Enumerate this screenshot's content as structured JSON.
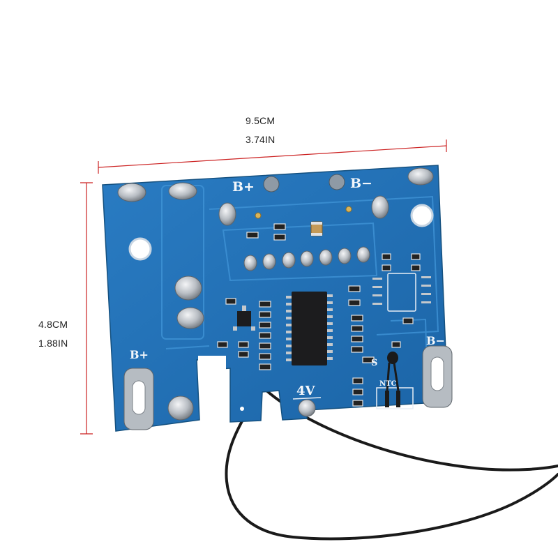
{
  "dimensions": {
    "width_cm": "9.5CM",
    "width_in": "3.74IN",
    "height_cm": "4.8CM",
    "height_in": "1.88IN"
  },
  "board": {
    "labels": {
      "b_plus_top": "B+",
      "b_minus_top": "B−",
      "b_plus_side": "B+",
      "b_minus_side": "B−",
      "four_v": "4V",
      "s": "S",
      "ntc": "NTC"
    }
  },
  "colors": {
    "pcb": "#1f6fb4",
    "dimension_line": "#cc2222",
    "wire": "#1a1a1a",
    "solder": "#c9ccd0"
  }
}
